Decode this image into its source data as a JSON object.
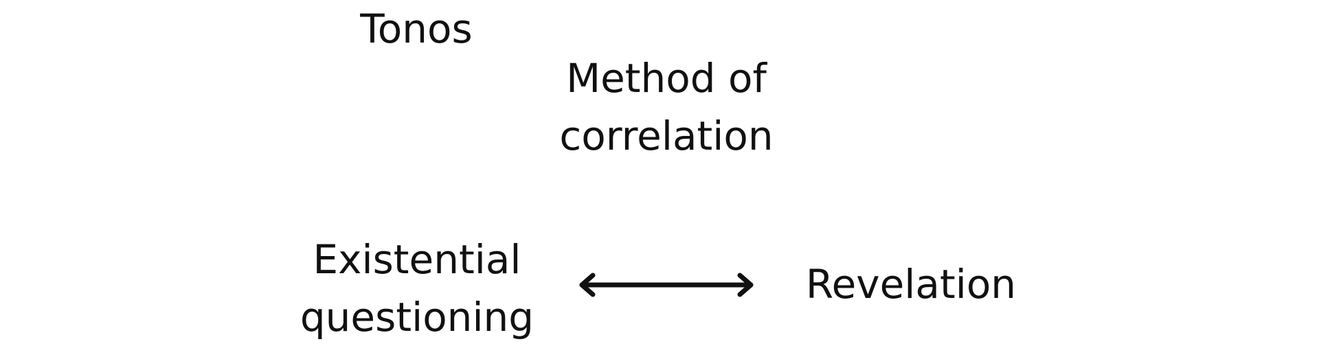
{
  "diagram": {
    "title_node": {
      "text": "Tonos"
    },
    "method_node": {
      "lines": [
        "Method of",
        "correlation"
      ]
    },
    "left_node": {
      "lines": [
        "Existential",
        "questioning"
      ]
    },
    "right_node": {
      "text": "Revelation"
    },
    "connector": {
      "type": "double-headed-arrow",
      "color": "#111111"
    }
  }
}
